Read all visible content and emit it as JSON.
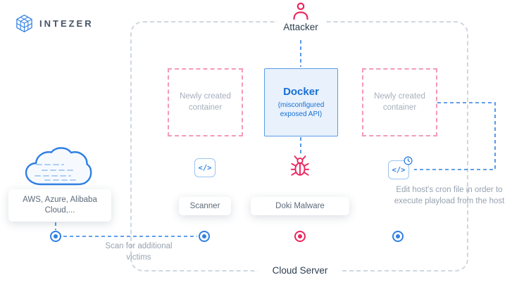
{
  "logo": {
    "text": "INTEZER"
  },
  "diagram": {
    "attacker_label": "Attacker",
    "cloud_server_label": "Cloud Server"
  },
  "containers": {
    "left_label": "Newly created container",
    "docker_title": "Docker",
    "docker_subtitle": "(misconfigured exposed API)",
    "right_label": "Newly created container"
  },
  "icons": {
    "code_glyph": "</>",
    "attacker": "person-icon",
    "malware": "bug-icon",
    "scanner": "code-icon",
    "cron": "code-clock-icon",
    "cloud": "cloud-icon",
    "marker": "target-dot-icon",
    "logo": "cube-icon"
  },
  "labels": {
    "cloud_providers": "AWS, Azure, Alibaba Cloud,...",
    "scanner": "Scanner",
    "doki": "Doki Malware"
  },
  "notes": {
    "cron": "Edit host's cron file in order to execute playload from the host",
    "scan": "Scan for additional victims"
  },
  "colors": {
    "blue": "#2f80e4",
    "pink": "#e9265e",
    "gray_text": "#97a3b0",
    "border_gray": "#cfd8e0",
    "docker_fill": "#e8f1fc"
  }
}
